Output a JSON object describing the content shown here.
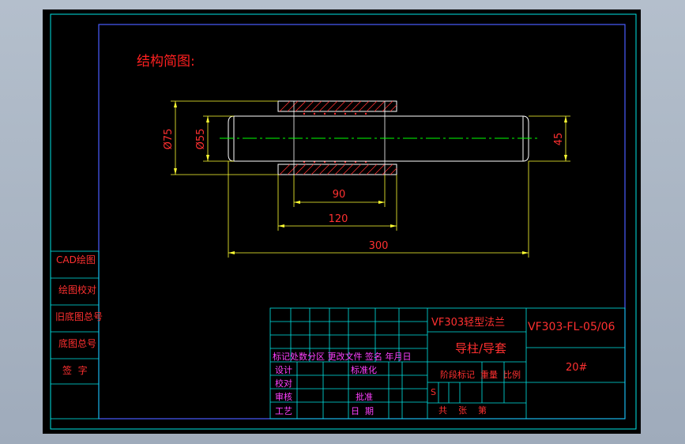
{
  "drawing": {
    "heading": "结构简图:",
    "dimensions": {
      "dia_outer": "Ø75",
      "dia_inner": "Ø55",
      "right_height": "45",
      "len_90": "90",
      "len_120": "120",
      "len_300": "300"
    }
  },
  "side_block": {
    "rows": [
      "CAD绘图",
      "绘图校对",
      "旧底图总号",
      "底图总号",
      "签  字"
    ]
  },
  "title_block": {
    "part_title": "VF303轻型法兰",
    "part_name": "导柱/导套",
    "drawing_number": "VF303-FL-05/06",
    "material": "20#",
    "rev_header": "标记处数分区 更改文件 签名 年月日",
    "label_design": "设计",
    "label_standard": "标准化",
    "label_check": "校对",
    "label_review": "审核",
    "label_approve": "批准",
    "label_process": "工艺",
    "label_date": "日  期",
    "stage_header": "阶段标记  重量  比例",
    "stage_s": "S",
    "sheet_info": "共    张    第"
  },
  "colors": {
    "background": "#000000",
    "frame_border": "#00ffff",
    "outline": "#ffffff",
    "dimension": "#ffff00",
    "text": "#ff0000",
    "centerline": "#00ff00",
    "hatch": "#ff0000",
    "table_label": "#ff00ff"
  }
}
